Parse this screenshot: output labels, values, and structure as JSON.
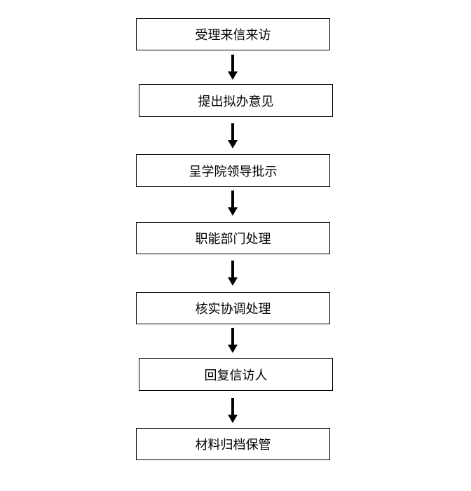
{
  "flowchart": {
    "steps": [
      {
        "label": "受理来信来访"
      },
      {
        "label": "提出拟办意见"
      },
      {
        "label": "呈学院领导批示"
      },
      {
        "label": "职能部门处理"
      },
      {
        "label": "核实协调处理"
      },
      {
        "label": "回复信访人"
      },
      {
        "label": "材料归档保管"
      }
    ]
  },
  "colors": {
    "stroke": "#000000",
    "background": "#ffffff"
  }
}
